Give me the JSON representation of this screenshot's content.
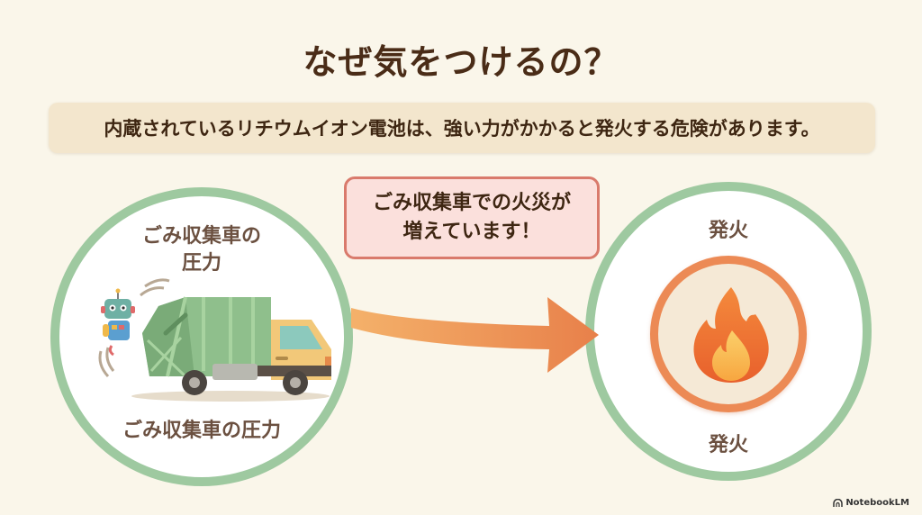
{
  "title": "なぜ気をつけるの？",
  "banner": {
    "text": "内蔵されているリチウムイオン電池は、強い力がかかると発火する危険があります。"
  },
  "callout": {
    "line1": "ごみ収集車での火災が",
    "line2": "増えています！"
  },
  "left_panel": {
    "top_label_line1": "ごみ収集車の",
    "top_label_line2": "圧力",
    "bottom_label": "ごみ収集車の圧力",
    "illustration": "garbage-truck-with-robot"
  },
  "right_panel": {
    "top_label": "発火",
    "bottom_label": "発火",
    "icon": "fire-icon"
  },
  "arrow": {
    "direction": "right",
    "from": "left_panel",
    "to": "right_panel"
  },
  "colors": {
    "background": "#faf6ea",
    "title": "#4a2c17",
    "banner_bg": "#f3e6cd",
    "circle_border": "#9ec9a0",
    "callout_bg": "#fbe0dc",
    "callout_border": "#d97a6c",
    "arrow_start": "#f4b16a",
    "arrow_end": "#e8804a",
    "fire_ring": "#ec8a55"
  },
  "footer": {
    "brand": "NotebookLM"
  }
}
